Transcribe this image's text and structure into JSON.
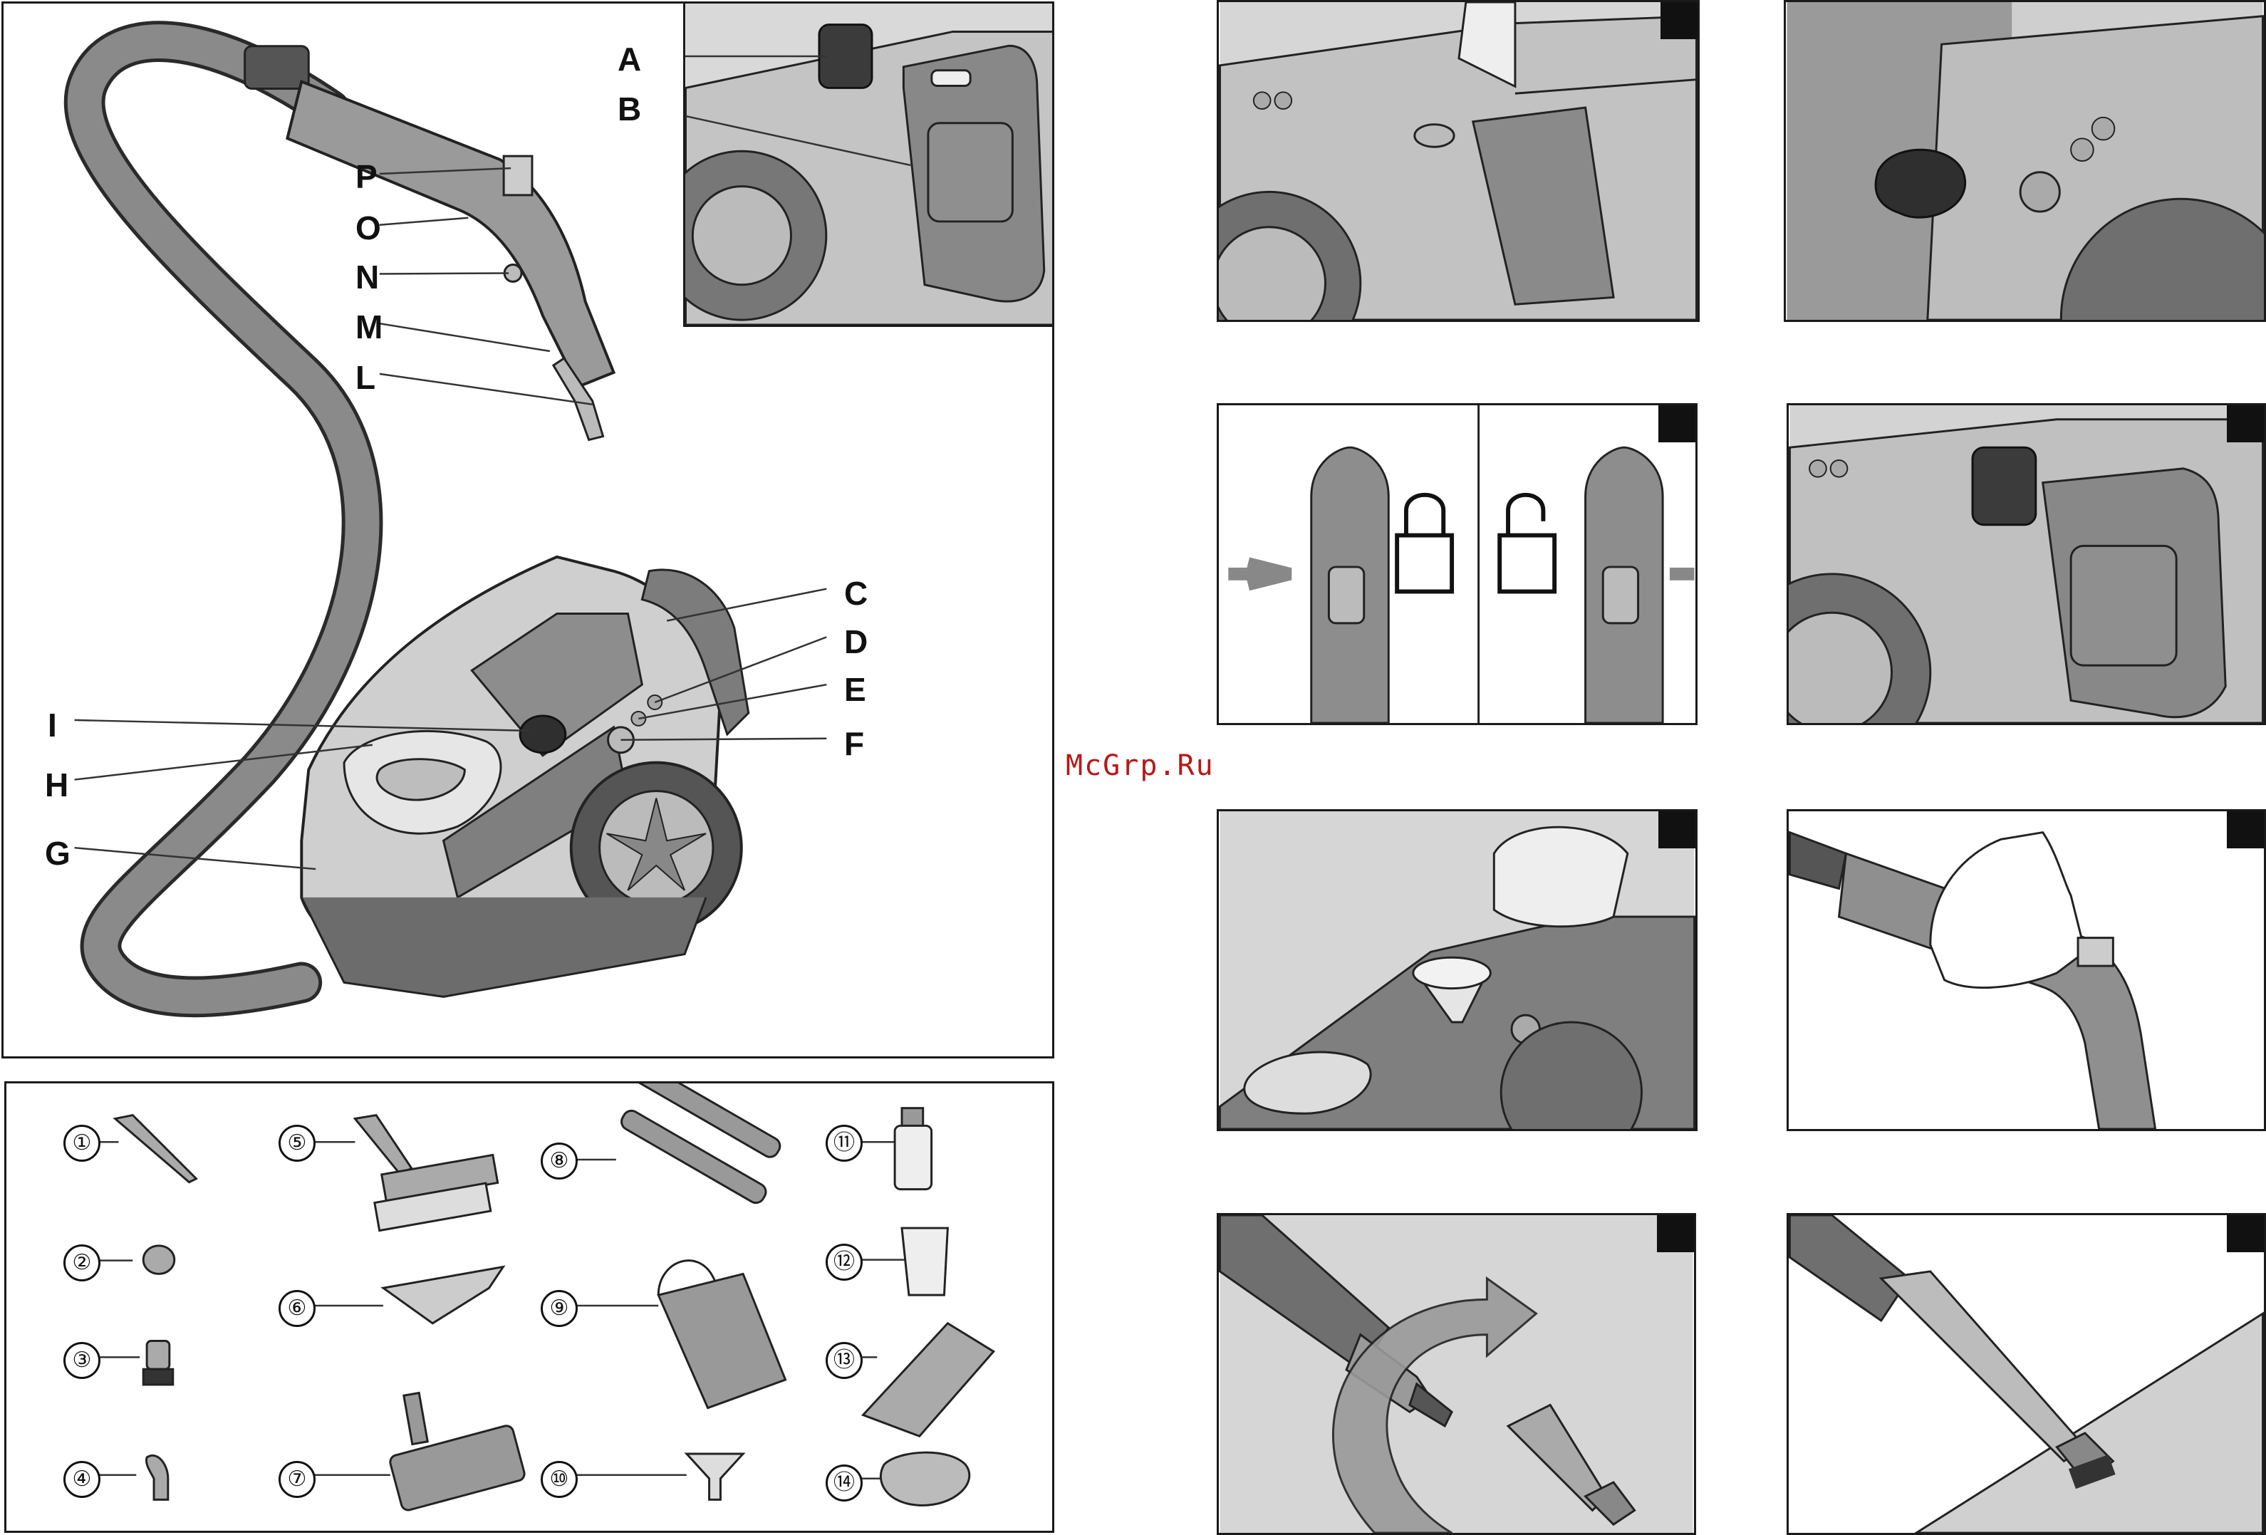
{
  "overview": {
    "labels": [
      "A",
      "B",
      "C",
      "D",
      "E",
      "F",
      "G",
      "H",
      "I",
      "L",
      "M",
      "N",
      "O",
      "P"
    ]
  },
  "accessories": {
    "numbers": [
      "①",
      "②",
      "③",
      "④",
      "⑤",
      "⑥",
      "⑦",
      "⑧",
      "⑨",
      "⑩",
      "⑪",
      "⑫",
      "⑬",
      "⑭"
    ]
  },
  "watermark": "McGrp.Ru"
}
